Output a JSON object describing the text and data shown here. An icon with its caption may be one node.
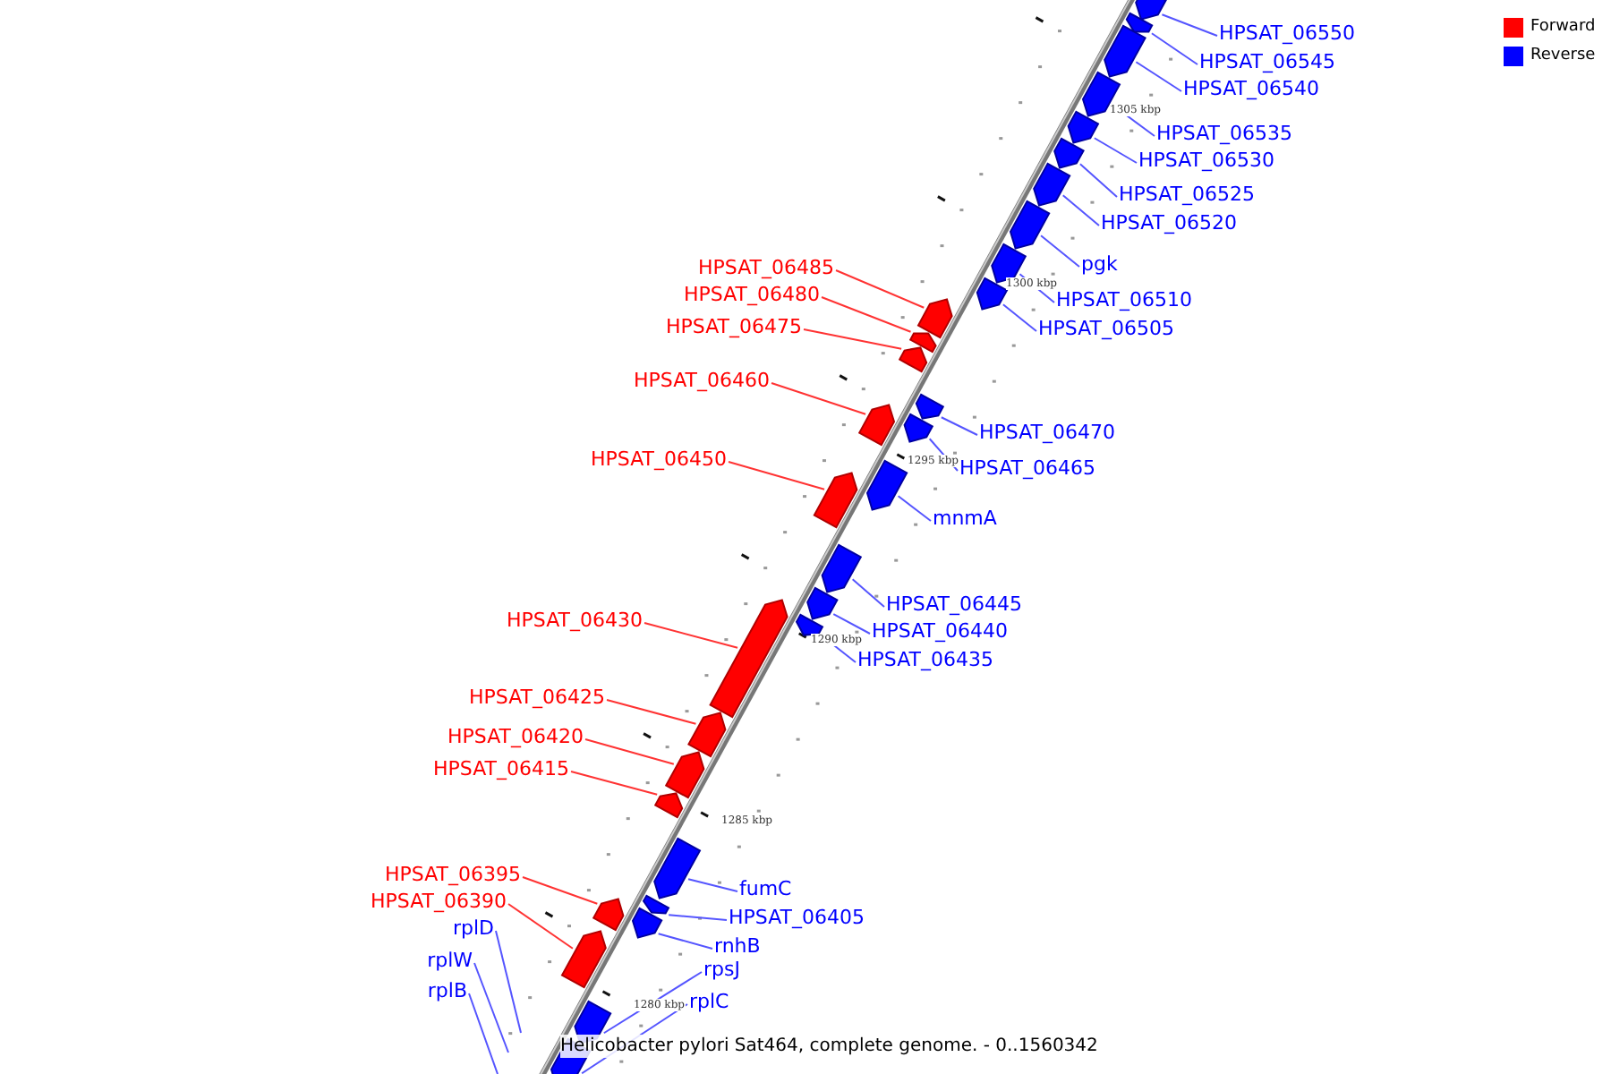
{
  "diagram": {
    "caption": "Helicobacter pylori Sat464, complete genome. - 0..1560342",
    "nodes": [
      {
        "text": [
          "HPSAT_06550"
        ]
      },
      {
        "text": [],
        "shape": "bar"
      },
      {
        "text": [
          "HPSAT_06545"
        ]
      },
      {
        "text": [],
        "shape": "bar"
      },
      {
        "text": [
          "HPSAT_06540"
        ]
      },
      {
        "text": [],
        "shape": "bar"
      },
      {
        "text": [
          "HPSAT_06535"
        ]
      },
      {
        "text": [],
        "shape": "bar"
      },
      {
        "text": [
          "HPSAT_06530"
        ]
      },
      {
        "text": [],
        "shape": "bar"
      },
      {
        "text": [
          "HPSAT_06525"
        ]
      },
      {
        "text": [],
        "shape": "bar"
      },
      {
        "text": [
          "HPSAT_06520"
        ]
      },
      {
        "text": [],
        "shape": "bar"
      },
      {
        "text": [
          "pgk"
        ]
      },
      {
        "text": [],
        "shape": "bar"
      },
      {
        "text": [
          "HPSAT_06510"
        ]
      },
      {
        "text": [],
        "shape": "bar"
      },
      {
        "text": [
          "HPSAT_06505"
        ]
      },
      {
        "text": [],
        "shape": "bar"
      },
      {
        "text": [
          "HPSAT_06485"
        ]
      },
      {
        "text": [],
        "shape": "bar"
      },
      {
        "text": [
          "HPSAT_06480"
        ]
      },
      {
        "text": [],
        "shape": "bar"
      },
      {
        "text": [
          "HPSAT_06475"
        ]
      },
      {
        "text": [],
        "shape": "bar"
      },
      {
        "text": [
          "HPSAT_06460"
        ]
      },
      {
        "text": [],
        "shape": "bar"
      },
      {
        "text": [
          "HPSAT_06470"
        ]
      },
      {
        "text": [],
        "shape": "bar"
      },
      {
        "text": [
          "HPSAT_06465"
        ]
      },
      {
        "text": [],
        "shape": "bar"
      },
      {
        "text": [
          "HPSAT_06450"
        ]
      },
      {
        "text": [],
        "shape": "bar"
      },
      {
        "text": [
          "mnmA"
        ]
      },
      {
        "text": [],
        "shape": "bar"
      },
      {
        "text": [
          "HPSAT_06445"
        ]
      },
      {
        "text": [],
        "shape": "bar"
      },
      {
        "text": [
          "HPSAT_06440"
        ]
      },
      {
        "text": [],
        "shape": "bar"
      },
      {
        "text": [
          "HPSAT_06435"
        ]
      },
      {
        "text": [],
        "shape": "bar"
      },
      {
        "text": [
          "HPSAT_06430"
        ]
      },
      {
        "text": [],
        "shape": "bar"
      },
      {
        "text": [
          "HPSAT_06425"
        ]
      },
      {
        "text": [],
        "shape": "bar"
      },
      {
        "text": [
          "HPSAT_06420"
        ]
      },
      {
        "text": [],
        "shape": "bar"
      },
      {
        "text": [
          "HPSAT_06415"
        ]
      },
      {
        "text": [],
        "shape": "bar"
      },
      {
        "text": [
          "fumC"
        ]
      },
      {
        "text": [],
        "shape": "bar"
      },
      {
        "text": [
          "HPSAT_06395"
        ]
      },
      {
        "text": [],
        "shape": "bar"
      },
      {
        "text": [
          "HPSAT_06390"
        ]
      },
      {
        "text": [],
        "shape": "bar"
      },
      {
        "text": [
          "HPSAT_06405"
        ]
      },
      {
        "text": [],
        "shape": "bar"
      },
      {
        "text": [
          "rnhB"
        ]
      },
      {
        "text": [],
        "shape": "bar"
      },
      {
        "text": [
          "rplD"
        ]
      },
      {
        "text": [
          "rpsJ"
        ]
      },
      {
        "text": [],
        "shape": "bar"
      },
      {
        "text": [
          "rplW"
        ]
      },
      {
        "text": [
          "rplC"
        ]
      },
      {
        "text": [],
        "shape": "bar"
      },
      {
        "text": [
          "rplB"
        ]
      }
    ],
    "edges": [
      {
        "from": 0,
        "to": 1,
        "arrow": "none"
      },
      {
        "from": 2,
        "to": 3,
        "arrow": "none"
      },
      {
        "from": 4,
        "to": 5,
        "arrow": "none"
      },
      {
        "from": 6,
        "to": 7,
        "arrow": "none"
      },
      {
        "from": 8,
        "to": 9,
        "arrow": "none"
      },
      {
        "from": 10,
        "to": 11,
        "arrow": "none"
      },
      {
        "from": 12,
        "to": 13,
        "arrow": "none"
      },
      {
        "from": 14,
        "to": 15,
        "arrow": "none"
      },
      {
        "from": 16,
        "to": 17,
        "arrow": "none"
      },
      {
        "from": 18,
        "to": 19,
        "arrow": "none"
      },
      {
        "from": 20,
        "to": 21,
        "arrow": "none",
        "color": "#ff3333"
      },
      {
        "from": 22,
        "to": 23,
        "arrow": "none",
        "color": "#ff3333"
      },
      {
        "from": 24,
        "to": 25,
        "arrow": "none",
        "color": "#ff3333"
      },
      {
        "from": 26,
        "to": 27,
        "arrow": "none",
        "color": "#ff3333"
      },
      {
        "from": 28,
        "to": 29,
        "arrow": "none"
      },
      {
        "from": 30,
        "to": 31,
        "arrow": "none"
      },
      {
        "from": 32,
        "to": 33,
        "arrow": "none",
        "color": "#ff3333"
      },
      {
        "from": 34,
        "to": 35,
        "arrow": "none"
      },
      {
        "from": 36,
        "to": 37,
        "arrow": "none"
      },
      {
        "from": 38,
        "to": 39,
        "arrow": "none"
      },
      {
        "from": 40,
        "to": 41,
        "arrow": "none"
      },
      {
        "from": 42,
        "to": 43,
        "arrow": "none",
        "color": "#ff3333"
      },
      {
        "from": 44,
        "to": 45,
        "arrow": "none",
        "color": "#ff3333"
      },
      {
        "from": 46,
        "to": 47,
        "arrow": "none",
        "color": "#ff3333"
      },
      {
        "from": 48,
        "to": 49,
        "arrow": "none",
        "color": "#ff3333"
      },
      {
        "from": 50,
        "to": 51,
        "arrow": "none"
      },
      {
        "from": 52,
        "to": 53,
        "arrow": "none",
        "color": "#ff3333"
      },
      {
        "from": 54,
        "to": 55,
        "arrow": "none",
        "color": "#ff3333"
      },
      {
        "from": 56,
        "to": 57,
        "arrow": "none"
      },
      {
        "from": 58,
        "to": 59,
        "arrow": "none"
      },
      {
        "from": 60,
        "to": null,
        "arrow": "none"
      },
      {
        "from": 61,
        "to": 62,
        "arrow": "none"
      },
      {
        "from": 63,
        "to": null,
        "arrow": "none"
      },
      {
        "from": 64,
        "to": 65,
        "arrow": "none"
      },
      {
        "from": 66,
        "to": null,
        "arrow": "none"
      }
    ],
    "labels": [
      "1305 kbp",
      "1300 kbp",
      "1295 kbp",
      "1290 kbp",
      "1285 kbp",
      "1280 kbp"
    ],
    "legend": [
      {
        "text": "Forward",
        "color": "#ff0000"
      },
      {
        "text": "Reverse",
        "color": "#0000ff"
      }
    ]
  }
}
